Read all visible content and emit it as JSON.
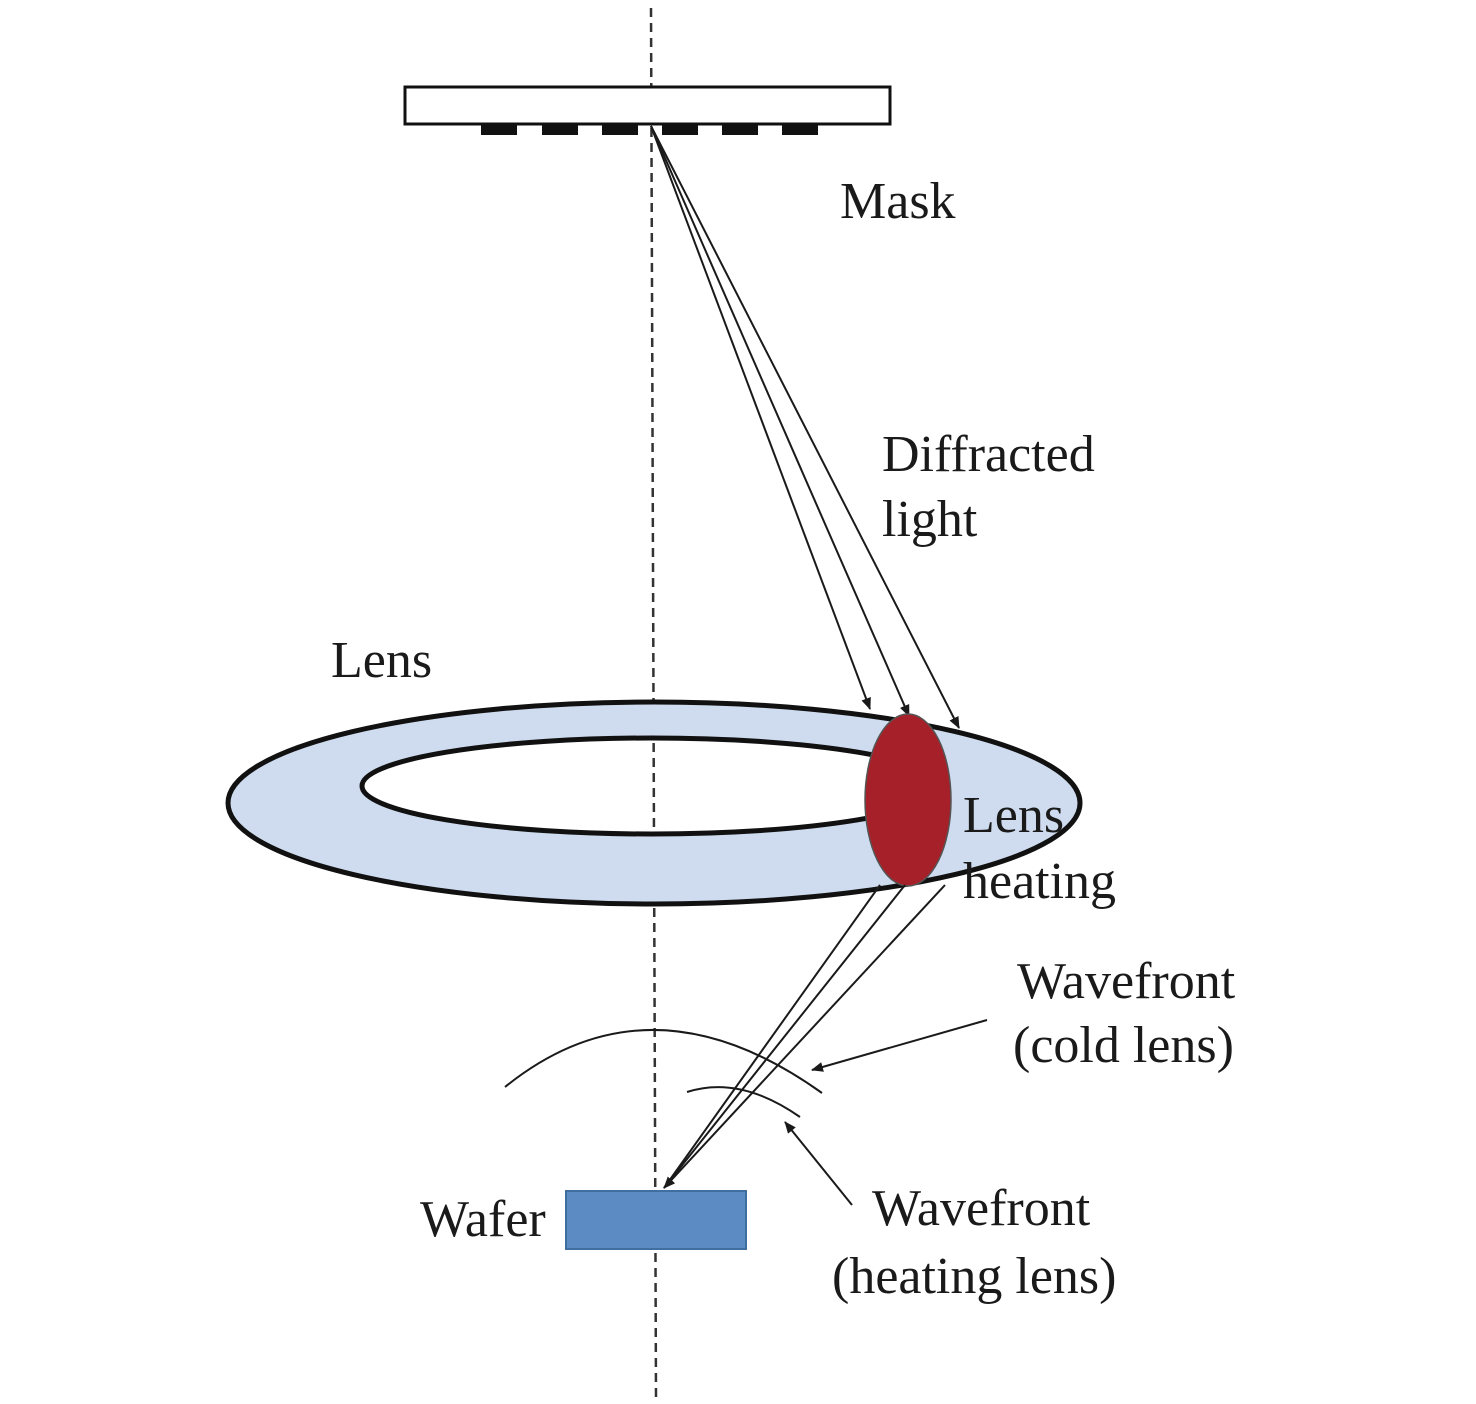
{
  "labels": {
    "mask": "Mask",
    "diffracted_line1": "Diffracted",
    "diffracted_line2": "light",
    "lens": "Lens",
    "lens_heating_line1": "Lens",
    "lens_heating_line2": "heating",
    "wavefront_cold_line1": "Wavefront",
    "wavefront_cold_line2": "(cold lens)",
    "wavefront_heating_line1": "Wavefront",
    "wavefront_heating_line2": "(heating lens)",
    "wafer": "Wafer"
  },
  "colors": {
    "lens_fill": "#cfdcef",
    "heating_spot": "#a6202a",
    "wafer": "#5b8bc2",
    "line": "#1a1a1a"
  }
}
